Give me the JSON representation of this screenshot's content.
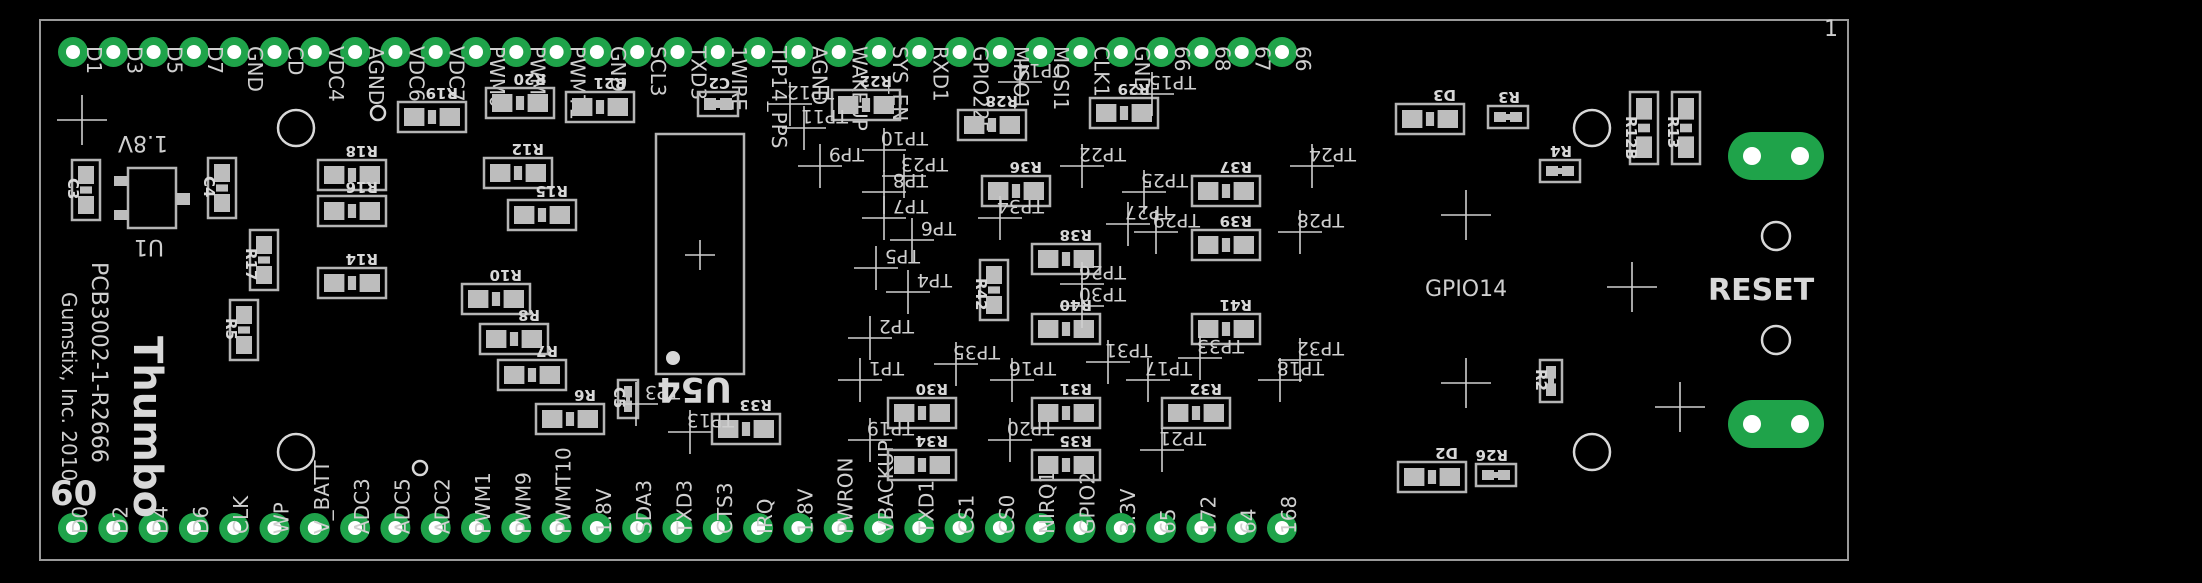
{
  "board": {
    "part_number": "PCB3002-1-R2666",
    "copyright": "Gumstix, Inc. 2010",
    "name": "Thumbo",
    "number": "60",
    "chip_label": "U54",
    "reset_label": "RESET",
    "gpio14_label": "GPIO14",
    "v18_label": "1.8V",
    "u1_label": "U1",
    "corner_label": "1"
  },
  "top_pins": [
    "D1",
    "D3",
    "D5",
    "D7",
    "GND",
    "CD",
    "VDC4",
    "AGND",
    "VDC6",
    "VDC7",
    "PWM0",
    "PWM8",
    "PWMT1",
    "GND",
    "SCL3",
    "TXD3",
    "1WIRE",
    "TIP14_PPS",
    "AGND",
    "WAKEUP",
    "SYS_EN",
    "RXD1",
    "GPIO225",
    "MISO1",
    "MOSI1",
    "CLK1",
    "GND",
    "66",
    "68",
    "67",
    "66"
  ],
  "bottom_pins": [
    "D0",
    "D2",
    "D4",
    "D6",
    "CLK",
    "WP",
    "V_BATT",
    "ADC3",
    "ADC5",
    "ADC2",
    "PWM1",
    "PWM9",
    "PWMT10",
    "1.8V",
    "SDA3",
    "TXD3",
    "CTS3",
    "IRQ",
    "1.8V",
    "PWRON",
    "VBACKUP",
    "TXD1",
    "CS1",
    "CS0",
    "NIRQ1",
    "GPIO2",
    "3.3V",
    "65",
    "172",
    "64",
    "168"
  ],
  "components": [
    {
      "ref": "C3",
      "value": ""
    },
    {
      "ref": "C4",
      "value": ""
    },
    {
      "ref": "R18",
      "value": ""
    },
    {
      "ref": "R16",
      "value": ""
    },
    {
      "ref": "R14",
      "value": ""
    },
    {
      "ref": "R17",
      "value": ""
    },
    {
      "ref": "R5",
      "value": ""
    },
    {
      "ref": "R19",
      "value": ""
    },
    {
      "ref": "R20",
      "value": ""
    },
    {
      "ref": "R21",
      "value": ""
    },
    {
      "ref": "R12",
      "value": ""
    },
    {
      "ref": "R15",
      "value": ""
    },
    {
      "ref": "R10",
      "value": ""
    },
    {
      "ref": "R8",
      "value": ""
    },
    {
      "ref": "R7",
      "value": ""
    },
    {
      "ref": "R6",
      "value": ""
    },
    {
      "ref": "C5",
      "value": ""
    },
    {
      "ref": "C2",
      "value": ""
    },
    {
      "ref": "R33",
      "value": ""
    },
    {
      "ref": "R22",
      "value": ""
    },
    {
      "ref": "R28",
      "value": ""
    },
    {
      "ref": "R29",
      "value": ""
    },
    {
      "ref": "R36",
      "value": ""
    },
    {
      "ref": "R37",
      "value": ""
    },
    {
      "ref": "R38",
      "value": ""
    },
    {
      "ref": "R39",
      "value": ""
    },
    {
      "ref": "R40",
      "value": ""
    },
    {
      "ref": "R41",
      "value": ""
    },
    {
      "ref": "R42",
      "value": ""
    },
    {
      "ref": "R30",
      "value": ""
    },
    {
      "ref": "R31",
      "value": ""
    },
    {
      "ref": "R32",
      "value": ""
    },
    {
      "ref": "R34",
      "value": ""
    },
    {
      "ref": "R35",
      "value": ""
    },
    {
      "ref": "D3",
      "value": ""
    },
    {
      "ref": "R3",
      "value": ""
    },
    {
      "ref": "R4",
      "value": ""
    },
    {
      "ref": "R12B",
      "value": ""
    },
    {
      "ref": "R13",
      "value": ""
    },
    {
      "ref": "R2",
      "value": ""
    },
    {
      "ref": "D2",
      "value": ""
    },
    {
      "ref": "R26",
      "value": ""
    }
  ],
  "testpoints": [
    "TP1",
    "TP2",
    "TP3",
    "TP4",
    "TP5",
    "TP6",
    "TP7",
    "TP8",
    "TP9",
    "TP10",
    "TP11",
    "TP12",
    "TP13",
    "TP14",
    "TP15",
    "TP16",
    "TP17",
    "TP18",
    "TP19",
    "TP20",
    "TP21",
    "TP22",
    "TP23",
    "TP24",
    "TP25",
    "TP26",
    "TP27",
    "TP28",
    "TP29",
    "TP30",
    "TP31",
    "TP32",
    "TP33",
    "TP34",
    "TP35"
  ],
  "colors": {
    "background": "#000000",
    "silkscreen": "#cfcfcf",
    "pad": "#1fa34a",
    "drill": "#ffffff"
  }
}
